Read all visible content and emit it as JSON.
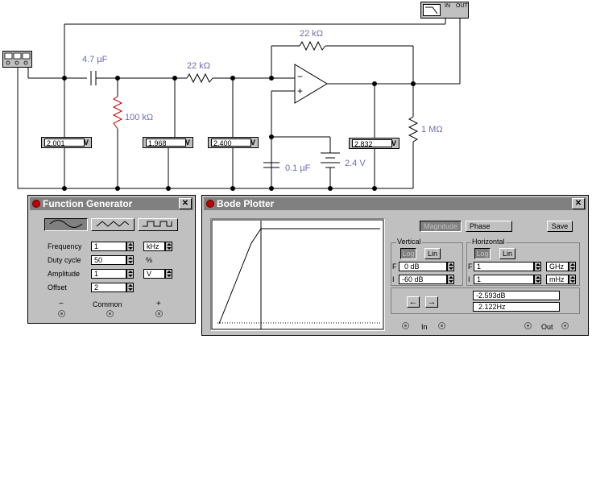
{
  "circuit": {
    "c1": "4.7 µF",
    "r_shunt": "100 kΩ",
    "r_series": "22 kΩ",
    "r_feedback": "22 kΩ",
    "r_load": "1 MΩ",
    "c2": "0.1 µF",
    "battery": "2.4 V",
    "opamp_minus": "−",
    "opamp_plus": "+",
    "plotter_in": "IN",
    "plotter_out": "OUT"
  },
  "voltmeters": [
    {
      "value": "2.001",
      "unit": "V"
    },
    {
      "value": "1.968",
      "unit": "V"
    },
    {
      "value": "2.400",
      "unit": "V"
    },
    {
      "value": "2.832",
      "unit": "V"
    }
  ],
  "function_generator": {
    "title": "Function Generator",
    "close": "✕",
    "waveforms": [
      "sine",
      "triangle",
      "square"
    ],
    "selected_waveform": "sine",
    "frequency_label": "Frequency",
    "frequency_value": "1",
    "frequency_unit": "kHz",
    "duty_label": "Duty cycle",
    "duty_value": "50",
    "duty_unit": "%",
    "amplitude_label": "Amplitude",
    "amplitude_value": "1",
    "amplitude_unit": "V",
    "offset_label": "Offset",
    "offset_value": "2",
    "minus_label": "−",
    "common_label": "Common",
    "plus_label": "+"
  },
  "bode_plotter": {
    "title": "Bode Plotter",
    "close": "✕",
    "magnitude_label": "Magnitude",
    "phase_label": "Phase",
    "save_label": "Save",
    "selected_mode": "Magnitude",
    "vertical_label": "Vertical",
    "horizontal_label": "Horizontal",
    "log_label": "Log",
    "lin_label": "Lin",
    "vertical_scale": "Log",
    "horizontal_scale": "Log",
    "f_letter": "F",
    "i_letter": "I",
    "v_final": "0 dB",
    "v_initial": "-60 dB",
    "h_final": "1",
    "h_final_unit": "GHz",
    "h_initial": "1",
    "h_initial_unit": "mHz",
    "left_arrow": "←",
    "right_arrow": "→",
    "readout_db": "-2.593dB",
    "readout_hz": "2.122Hz",
    "in_label": "In",
    "out_label": "Out"
  },
  "colors": {
    "label_blue": "#6b6bb3",
    "resistor_red": "#c00000",
    "panel_grey": "#c0c0c0",
    "title_grey": "#808080"
  }
}
